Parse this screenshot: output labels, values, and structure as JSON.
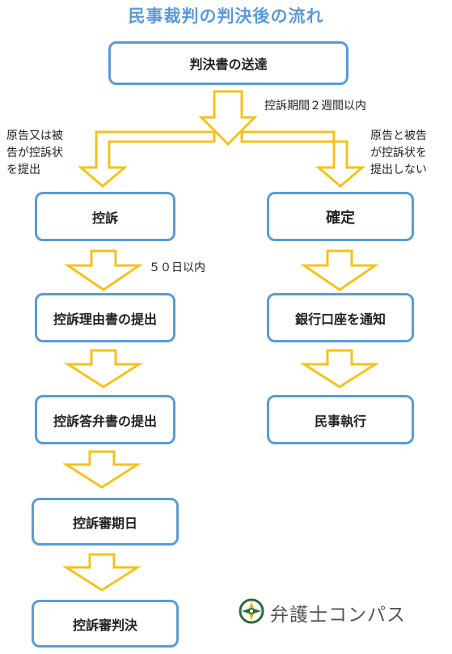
{
  "title": "民事裁判の判決後の流れ",
  "boxes": {
    "sent": "判決書の送達",
    "appeal": "控訴",
    "final": "確定",
    "reason": "控訴理由書の提出",
    "bank": "銀行口座を通知",
    "answer": "控訴答弁書の提出",
    "execution": "民事執行",
    "hearing_date": "控訴審期日",
    "judgment": "控訴審判決"
  },
  "notes": {
    "period": "控訴期間２週間以内",
    "left_branch": "原告又は被\n告が控訴状\nを提出",
    "right_branch": "原告と被告\nが控訴状を\n提出しない",
    "fifty_days": "５０日以内"
  },
  "logo": {
    "text": "弁護士コンパス",
    "icon": "compass-icon"
  },
  "colors": {
    "box_border": "#5b9bd5",
    "arrow_stroke": "#f5c21b",
    "title": "#5b9bd5"
  }
}
